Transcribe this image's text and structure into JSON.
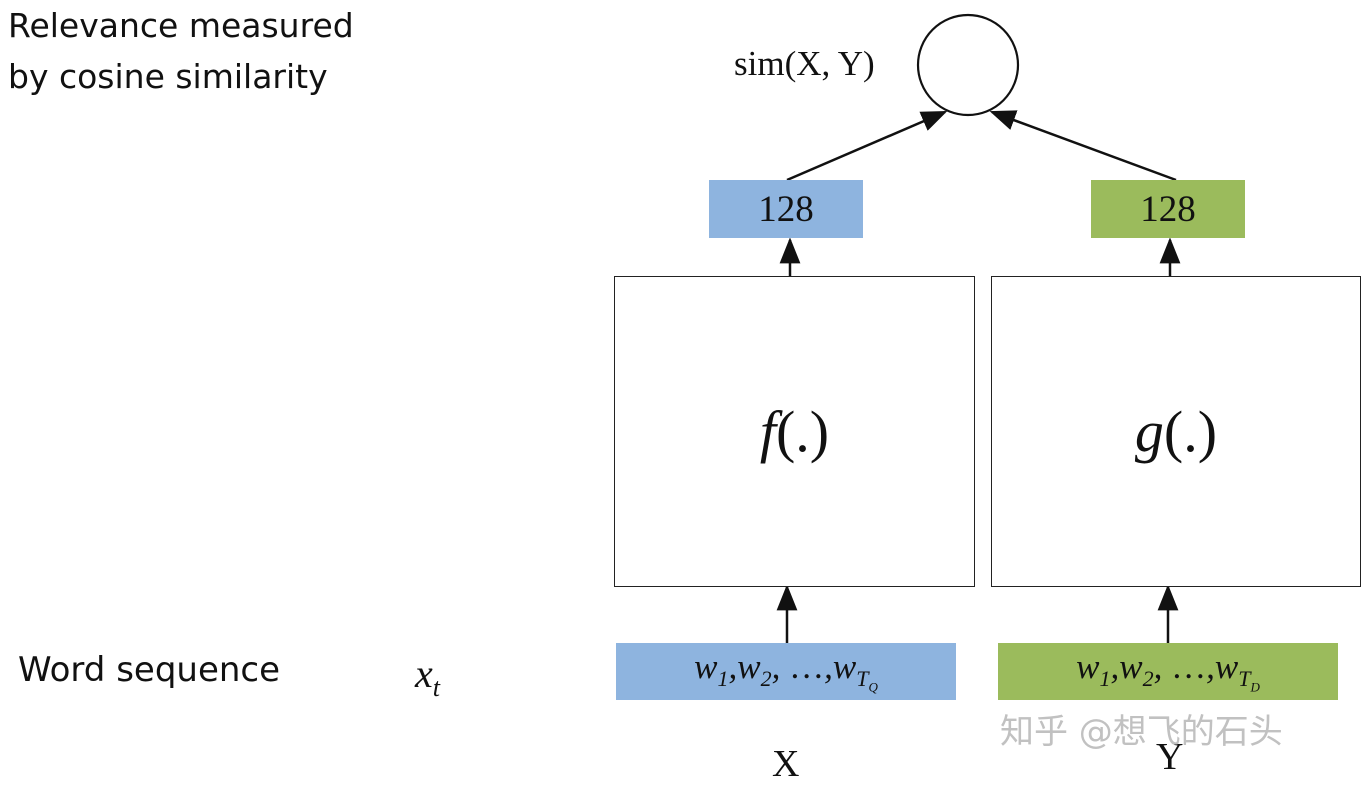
{
  "title": {
    "line1": "Relevance measured",
    "line2": "by cosine similarity"
  },
  "left_labels": {
    "word_sequence": "Word sequence",
    "xt_base": "x",
    "xt_sub": "t"
  },
  "similarity": {
    "label": "sim(X, Y)"
  },
  "left_tower": {
    "output_vector": "128",
    "function_name": "f",
    "function_args": "(.)",
    "input_sequence": {
      "w1": "w",
      "s1": "1",
      "w2": "w",
      "s2": "2",
      "dots": "…",
      "wt": "w",
      "st": "T",
      "stsub": "Q"
    },
    "input_label": "X"
  },
  "right_tower": {
    "output_vector": "128",
    "function_name": "g",
    "function_args": "(.)",
    "input_sequence": {
      "w1": "w",
      "s1": "1",
      "w2": "w",
      "s2": "2",
      "dots": "…",
      "wt": "w",
      "st": "T",
      "stsub": "D"
    },
    "input_label": "Y"
  },
  "watermark": "知乎 @想飞的石头",
  "colors": {
    "blue": "#8eb4df",
    "green": "#9bbb5c",
    "stroke": "#111111"
  }
}
